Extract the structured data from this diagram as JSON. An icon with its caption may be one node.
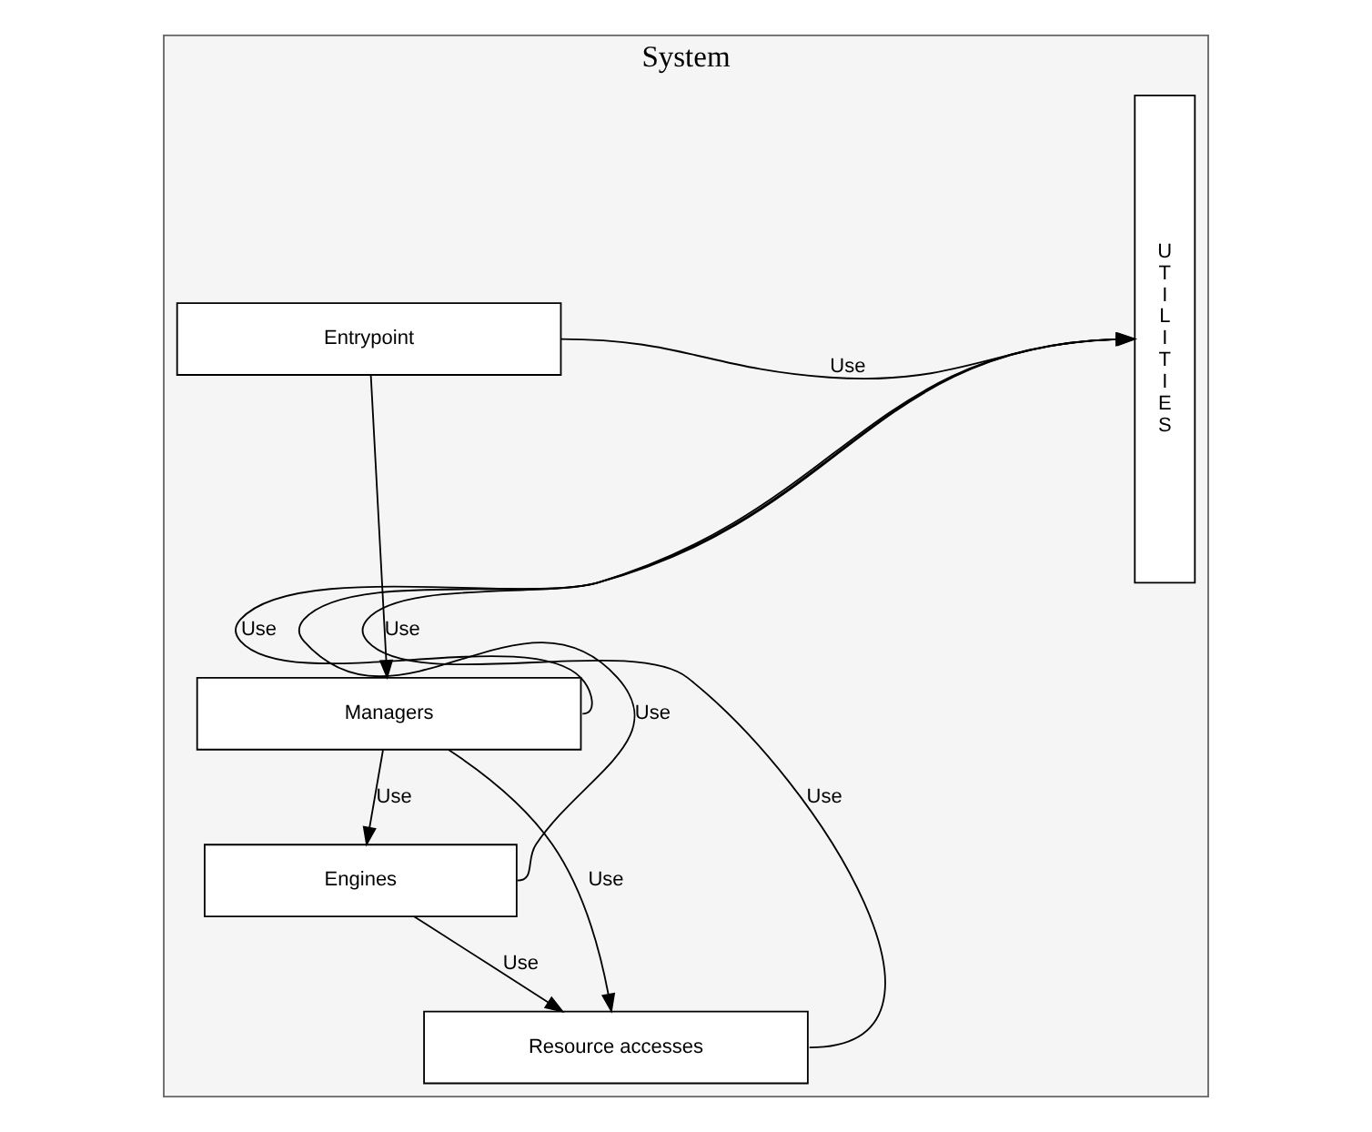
{
  "diagram": {
    "nodes": [
      {
        "text": [
          "System"
        ]
      },
      {
        "text": [
          "Entrypoint"
        ],
        "in": 0
      },
      {
        "text": [
          "Managers"
        ],
        "in": 0
      },
      {
        "text": [
          "Engines"
        ],
        "in": 0
      },
      {
        "text": [
          "Resource accesses"
        ],
        "in": 0
      },
      {
        "text": [
          "UTILITIES"
        ],
        "in": 0
      }
    ],
    "edges": [
      {
        "from": 1,
        "to": 5,
        "arrow": "to",
        "label": "Use"
      },
      {
        "from": 1,
        "to": 2,
        "arrow": "to",
        "label": "Use"
      },
      {
        "from": 2,
        "to": 5,
        "arrow": "to",
        "label": "Use"
      },
      {
        "from": 2,
        "to": 3,
        "arrow": "to",
        "label": "Use"
      },
      {
        "from": 2,
        "to": 4,
        "arrow": "to",
        "label": "Use"
      },
      {
        "from": 3,
        "to": 5,
        "arrow": "to",
        "label": "Use"
      },
      {
        "from": 3,
        "to": 4,
        "arrow": "to",
        "label": "Use"
      },
      {
        "from": 4,
        "to": 5,
        "arrow": "to",
        "label": "Use"
      }
    ]
  }
}
